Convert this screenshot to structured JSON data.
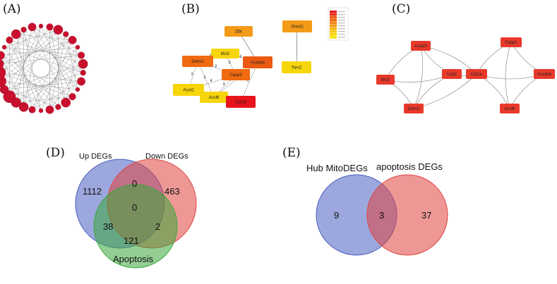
{
  "panels": {
    "A": {
      "label": "(A)",
      "node_count": 30
    },
    "B": {
      "label": "(B)",
      "nodes": [
        {
          "id": "Dbt",
          "label": "Dbt",
          "color": "#f39a18"
        },
        {
          "id": "Mcl1",
          "label": "Mcl1",
          "color": "#f7d50b"
        },
        {
          "id": "Dnm1l",
          "label": "Dnm1l",
          "color": "#ef6a10"
        },
        {
          "id": "Acadsb",
          "label": "Acadsb",
          "color": "#ec5a12"
        },
        {
          "id": "Casp3",
          "label": "Casp3",
          "color": "#ef6a10"
        },
        {
          "id": "Acot2",
          "label": "Acot2",
          "color": "#f7d50b"
        },
        {
          "id": "Acsl6",
          "label": "Acsl6",
          "color": "#f7d50b"
        },
        {
          "id": "Cpt1a",
          "label": "Cpt1a",
          "color": "#e8141c"
        },
        {
          "id": "Shmt2",
          "label": "Shmt2",
          "color": "#f39a18"
        },
        {
          "id": "Tars2",
          "label": "Tars2",
          "color": "#f7d50b"
        }
      ],
      "edges": [
        {
          "s": "Mcl1",
          "t": "Dnm1l",
          "w": "3"
        },
        {
          "s": "Mcl1",
          "t": "Casp3",
          "w": "3"
        },
        {
          "s": "Dnm1l",
          "t": "Casp3",
          "w": "3"
        },
        {
          "s": "Dnm1l",
          "t": "Acsl6",
          "w": "3"
        },
        {
          "s": "Dnm1l",
          "t": "Acot2",
          "w": "3"
        },
        {
          "s": "Casp3",
          "t": "Acot2",
          "w": "4"
        },
        {
          "s": "Casp3",
          "t": "Acsl6",
          "w": "3"
        },
        {
          "s": "Acadsb",
          "t": "Acsl6",
          "w": "3"
        },
        {
          "s": "Acadsb",
          "t": "Cpt1a",
          "w": "2"
        },
        {
          "s": "Acot2",
          "t": "Acsl6",
          "w": "2"
        },
        {
          "s": "Acsl6",
          "t": "Cpt1a",
          "w": "3"
        },
        {
          "s": "Mcl1",
          "t": "Acadsb",
          "w": "4"
        },
        {
          "s": "Dbt",
          "t": "Acadsb",
          "w": ""
        },
        {
          "s": "Shmt2",
          "t": "Tars2",
          "w": ""
        }
      ],
      "legend_colors": [
        "#e8141c",
        "#ea3318",
        "#ec5a12",
        "#ef6a10",
        "#f28414",
        "#f39a18",
        "#f5b514",
        "#f6c90f",
        "#f7d50b",
        "#f9e10a"
      ]
    },
    "C": {
      "label": "(C)",
      "node_color": "#e8392a",
      "nodes": [
        {
          "id": "Casp3",
          "label": "Casp3"
        },
        {
          "id": "Mcl1",
          "label": "Mcl1"
        },
        {
          "id": "Dnm1l",
          "label": "Dnm1l"
        },
        {
          "id": "Ucp2",
          "label": "Ucp2"
        },
        {
          "id": "Cpt1a",
          "label": "Cpt1a"
        },
        {
          "id": "Fabp1",
          "label": "Fabp1"
        },
        {
          "id": "Acadsb",
          "label": "Acadsb"
        },
        {
          "id": "Acsl6",
          "label": "Acsl6"
        }
      ],
      "edges": [
        [
          "Casp3",
          "Mcl1"
        ],
        [
          "Casp3",
          "Dnm1l"
        ],
        [
          "Casp3",
          "Ucp2"
        ],
        [
          "Mcl1",
          "Dnm1l"
        ],
        [
          "Mcl1",
          "Ucp2"
        ],
        [
          "Dnm1l",
          "Ucp2"
        ],
        [
          "Ucp2",
          "Cpt1a"
        ],
        [
          "Cpt1a",
          "Fabp1"
        ],
        [
          "Cpt1a",
          "Acadsb"
        ],
        [
          "Cpt1a",
          "Acsl6"
        ],
        [
          "Fabp1",
          "Acadsb"
        ],
        [
          "Acsl6",
          "Acadsb"
        ],
        [
          "Fabp1",
          "Acsl6"
        ],
        [
          "Casp3",
          "Cpt1a"
        ],
        [
          "Dnm1l",
          "Cpt1a"
        ]
      ]
    },
    "D": {
      "label": "(D)",
      "sets": [
        {
          "name": "Up DEGs",
          "color": "#4a5fc1"
        },
        {
          "name": "Down DEGs",
          "color": "#e0443f"
        },
        {
          "name": "Apoptosis",
          "color": "#3aa83a"
        }
      ],
      "regions": {
        "up_only": "1112",
        "down_only": "463",
        "apop_only": "121",
        "up_down": "0",
        "up_apop": "38",
        "down_apop": "2",
        "all": "0"
      }
    },
    "E": {
      "label": "(E)",
      "sets": [
        {
          "name": "Hub MitoDEGs",
          "color": "#4a5fc1"
        },
        {
          "name": "apoptosis DEGs",
          "color": "#e0443f"
        }
      ],
      "regions": {
        "left_only": "9",
        "both": "3",
        "right_only": "37"
      }
    }
  }
}
